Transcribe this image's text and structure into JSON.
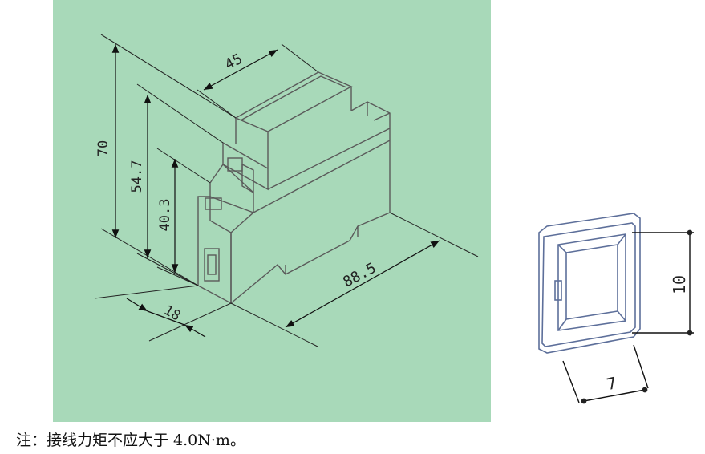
{
  "main_drawing": {
    "dimensions": {
      "height_total": "70",
      "height_mid": "54.7",
      "height_low": "40.3",
      "width": "45",
      "depth": "88.5",
      "front_width": "18"
    }
  },
  "terminal_drawing": {
    "dimensions": {
      "height": "10",
      "width": "7"
    }
  },
  "caption": "注：接线力矩不应大于 4.0N·m。",
  "colors": {
    "main_background": "#a8d9b9",
    "outline": "#5a5a5a",
    "terminal_outline": "#5d6f9a"
  }
}
